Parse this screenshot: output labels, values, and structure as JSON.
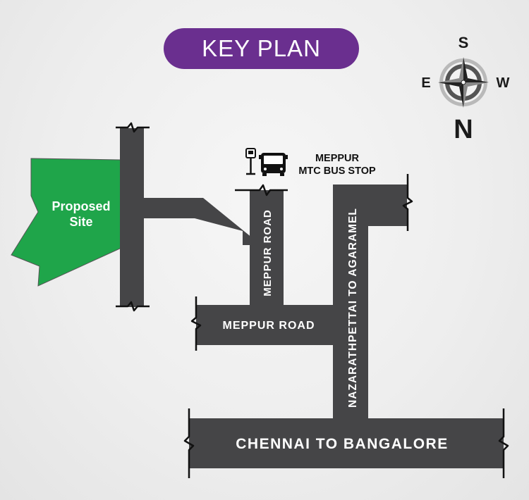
{
  "title": "KEY PLAN",
  "compass": {
    "top": "S",
    "left": "E",
    "right": "W",
    "bottom": "N"
  },
  "site": {
    "label_line1": "Proposed",
    "label_line2": "Site",
    "color": "#1fa54a"
  },
  "bus_stop": {
    "line1": "MEPPUR",
    "line2": "MTC BUS STOP"
  },
  "roads": {
    "meppur_vertical": "MEPPUR ROAD",
    "meppur_horizontal": "MEPPUR ROAD",
    "nazarathpettai": "NAZARATHPETTAI TO AGARAMEL",
    "highway": "CHENNAI TO BANGALORE"
  },
  "colors": {
    "title_bg": "#6a2f8f",
    "road": "#454547",
    "background": "#ececec"
  }
}
